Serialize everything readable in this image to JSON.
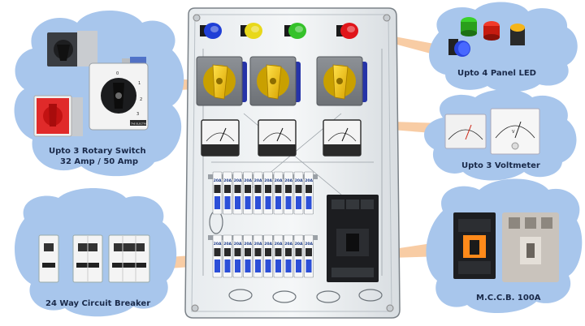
{
  "callouts": {
    "rotary": {
      "line1": "Upto 3 Rotary Switch",
      "line2": "32 Amp / 50 Amp",
      "brand": "TAE ELECTRIC"
    },
    "led": {
      "label": "Upto 4 Panel LED"
    },
    "voltmeter": {
      "label": "Upto 3 Voltmeter"
    },
    "breaker": {
      "label": "24 Way Circuit Breaker"
    },
    "mccb": {
      "label": "M.C.C.B. 100A"
    }
  },
  "panel": {
    "led_colors": [
      "#1f3fd6",
      "#e8d81a",
      "#35c22a",
      "#e0151a"
    ],
    "mcb_rating": "20A",
    "mcb_per_row": 10,
    "rotary_switch_count": 3,
    "voltmeter_count": 3,
    "switch_dial_marks": [
      "0",
      "1",
      "2",
      "3"
    ]
  },
  "colors": {
    "cloud": "#a8c6ec",
    "connector": "#f2a35a",
    "caption": "#1a2a4a"
  }
}
